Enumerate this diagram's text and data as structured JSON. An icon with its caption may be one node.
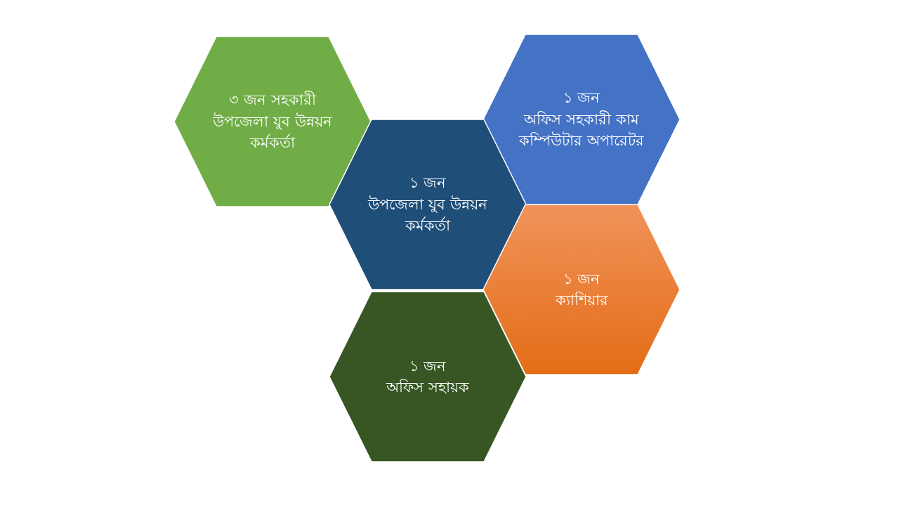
{
  "diagram": {
    "nodes": [
      {
        "text": [
          "৩ জন সহকারী উপজেলা যুব উন্নয়ন কর্মকর্তা"
        ]
      },
      {
        "text": [
          "১ জন",
          "অফিস সহকারী কাম কম্পিউটার অপারেটর"
        ]
      },
      {
        "text": [
          "১ জন",
          "উপজেলা যুব উন্নয়ন কর্মকর্তা"
        ]
      },
      {
        "text": [
          "১ জন",
          "ক্যাশিয়ার"
        ]
      },
      {
        "text": [
          "১ জন",
          "অফিস সহায়ক"
        ]
      }
    ]
  }
}
